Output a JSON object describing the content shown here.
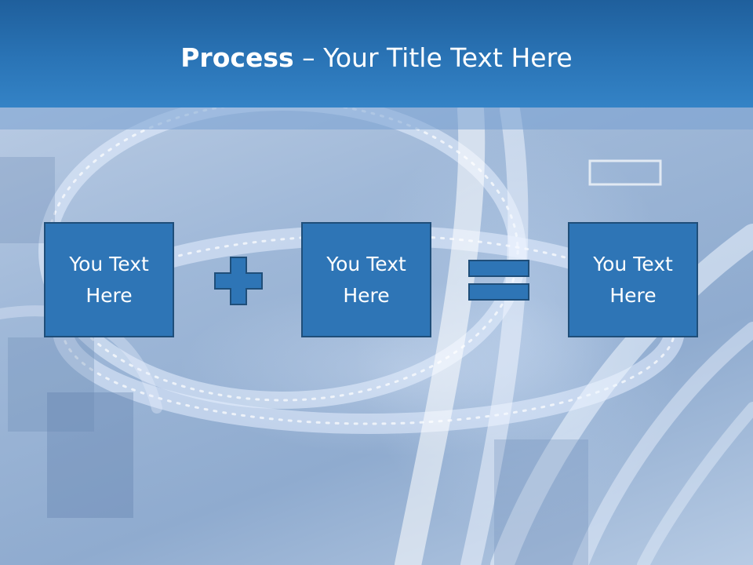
{
  "slide": {
    "title_strong": "Process",
    "title_rest": " – Your Title Text Here",
    "boxes": [
      {
        "text": "You Text\nHere"
      },
      {
        "text": "You Text\nHere"
      },
      {
        "text": "You Text\nHere"
      }
    ],
    "operators": [
      "plus-icon",
      "equals-icon"
    ],
    "colors": {
      "title_band": "#2a74b6",
      "box_fill": "#2e75b6",
      "box_border": "#1f4e79",
      "text": "#ffffff"
    }
  }
}
